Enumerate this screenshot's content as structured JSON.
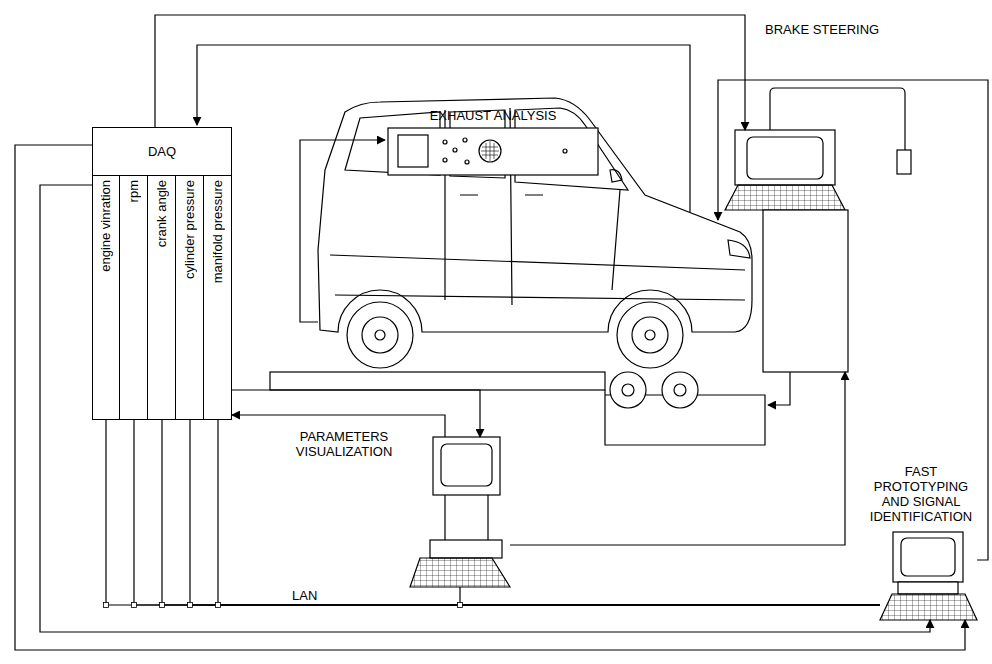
{
  "diagram": {
    "nodes": [
      {
        "text": [
          "DAQ"
        ]
      },
      {
        "text": [
          "engine vinration"
        ],
        "in": 0
      },
      {
        "text": [
          "rpm"
        ],
        "in": 0
      },
      {
        "text": [
          "crank angle"
        ],
        "in": 0
      },
      {
        "text": [
          "cylinder pressure"
        ],
        "in": 0
      },
      {
        "text": [
          "manifold pressure"
        ],
        "in": 0
      },
      {
        "text": [
          "EXHAUST ANALYSIS"
        ]
      },
      {
        "text": [
          "BRAKE STEERING"
        ]
      },
      {
        "text": [
          "PARAMETERS VISUALIZATION"
        ]
      },
      {
        "text": [
          "FAST PROTOTYPING AND SIGNAL IDENTIFICATION"
        ]
      }
    ],
    "edges": [
      {
        "from": 0,
        "to": 7,
        "arrow": "to"
      },
      {
        "from": 0,
        "to": 8,
        "arrow": "to"
      },
      {
        "from": 8,
        "to": 0,
        "arrow": "to"
      },
      {
        "from": 8,
        "to": 7,
        "arrow": "to"
      },
      {
        "from": 0,
        "to": 9,
        "arrow": "to"
      },
      {
        "from": 0,
        "to": 9,
        "arrow": "to"
      },
      {
        "from": 1,
        "to": 9,
        "arrow": "none"
      },
      {
        "from": 2,
        "to": 9,
        "arrow": "none"
      },
      {
        "from": 3,
        "to": 9,
        "arrow": "none"
      },
      {
        "from": 4,
        "to": 9,
        "arrow": "none"
      },
      {
        "from": 5,
        "to": 9,
        "arrow": "none"
      },
      {
        "from": 8,
        "to": 9,
        "arrow": "none"
      }
    ],
    "labels": [
      "LAN"
    ]
  }
}
